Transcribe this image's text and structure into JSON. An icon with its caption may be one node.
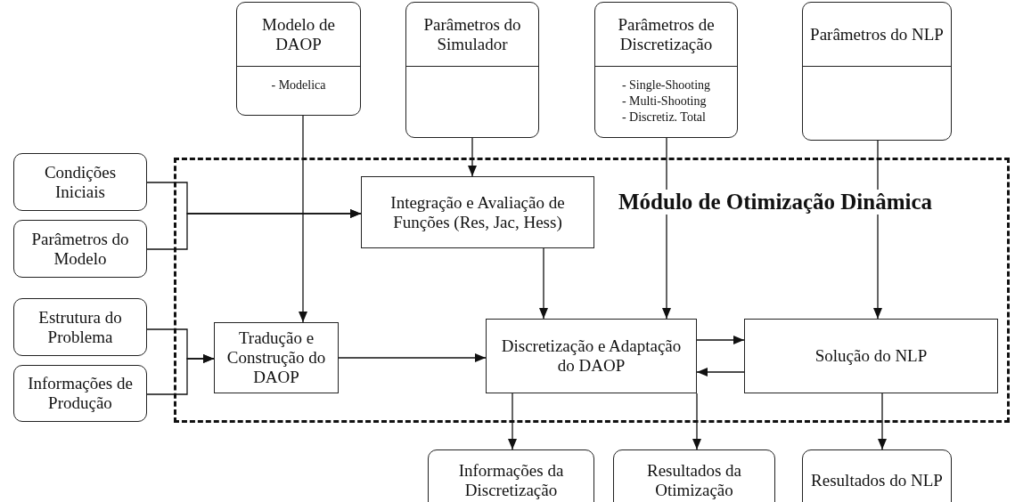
{
  "diagram": {
    "nodes": [
      {
        "text": [
          "Modelo de DAOP",
          "- Modelica"
        ]
      },
      {
        "text": [
          "Parâmetros do Simulador"
        ]
      },
      {
        "text": [
          "Parâmetros de Discretização",
          "- Single-Shooting",
          "- Multi-Shooting",
          "- Discretiz. Total"
        ]
      },
      {
        "text": [
          "Parâmetros do NLP"
        ]
      },
      {
        "text": [
          "Módulo de Otimização Dinâmica"
        ]
      },
      {
        "text": [
          "Condições Iniciais"
        ]
      },
      {
        "text": [
          "Parâmetros do Modelo"
        ]
      },
      {
        "text": [
          "Estrutura do Problema"
        ]
      },
      {
        "text": [
          "Informações de Produção"
        ]
      },
      {
        "text": [
          "Integração e Avaliação de Funções (Res, Jac, Hess)"
        ],
        "in": 4
      },
      {
        "text": [
          "Tradução e Construção do DAOP"
        ],
        "in": 4
      },
      {
        "text": [
          "Discretização e Adaptação do DAOP"
        ],
        "in": 4
      },
      {
        "text": [
          "Solução do NLP"
        ],
        "in": 4
      },
      {
        "text": [
          "Informações da Discretização"
        ]
      },
      {
        "text": [
          "Resultados da Otimização"
        ]
      },
      {
        "text": [
          "Resultados do NLP"
        ]
      }
    ],
    "edges": [
      {
        "from": 1,
        "to": 9,
        "arrow": "to"
      },
      {
        "from": 0,
        "to": 10,
        "arrow": "to"
      },
      {
        "from": 2,
        "to": 11,
        "arrow": "to"
      },
      {
        "from": 3,
        "to": 12,
        "arrow": "to"
      },
      {
        "from": 5,
        "to": 9,
        "arrow": "to"
      },
      {
        "from": 6,
        "to": 9,
        "arrow": "to"
      },
      {
        "from": 7,
        "to": 10,
        "arrow": "to"
      },
      {
        "from": 8,
        "to": 10,
        "arrow": "to"
      },
      {
        "from": 9,
        "to": 11,
        "arrow": "to"
      },
      {
        "from": 10,
        "to": 11,
        "arrow": "to"
      },
      {
        "from": 11,
        "to": 12,
        "arrow": "to"
      },
      {
        "from": 12,
        "to": 11,
        "arrow": "to"
      },
      {
        "from": 11,
        "to": 13,
        "arrow": "to"
      },
      {
        "from": 11,
        "to": 14,
        "arrow": "to"
      },
      {
        "from": 12,
        "to": 15,
        "arrow": "to"
      }
    ]
  }
}
